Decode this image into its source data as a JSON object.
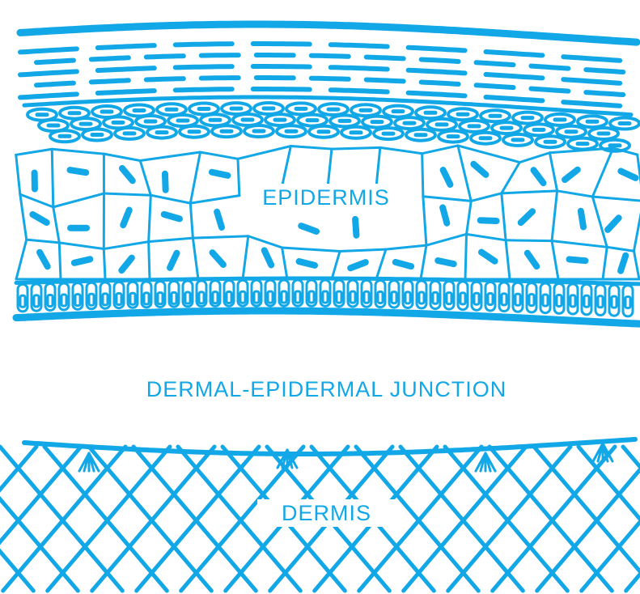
{
  "labels": {
    "epidermis": "EPIDERMIS",
    "junction": "DERMAL-EPIDERMAL JUNCTION",
    "dermis": "DERMIS"
  },
  "colors": {
    "ink": "#12a7e6",
    "background": "#ffffff"
  }
}
